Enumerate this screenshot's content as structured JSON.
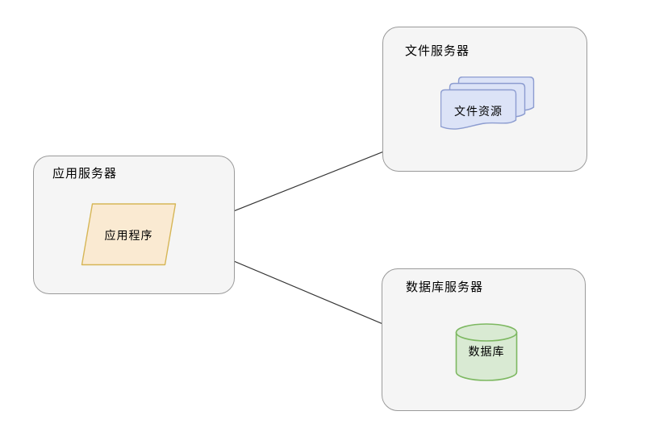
{
  "diagram": {
    "nodes": {
      "app_server": {
        "title": "应用服务器",
        "child": "应用程序"
      },
      "file_server": {
        "title": "文件服务器",
        "child": "文件资源"
      },
      "db_server": {
        "title": "数据库服务器",
        "child": "数据库"
      }
    },
    "edges": [
      {
        "from": "应用程序",
        "to": "文件资源"
      },
      {
        "from": "应用程序",
        "to": "数据库"
      }
    ],
    "colors": {
      "container_fill": "#f5f5f5",
      "container_border": "#9a9a9a",
      "app_node_fill": "#faead2",
      "app_node_border": "#d6b656",
      "file_node_fill": "#dce3f7",
      "file_node_border": "#8c9cd0",
      "db_node_fill": "#d9ead3",
      "db_node_border": "#7db861",
      "connector": "#333333"
    }
  }
}
